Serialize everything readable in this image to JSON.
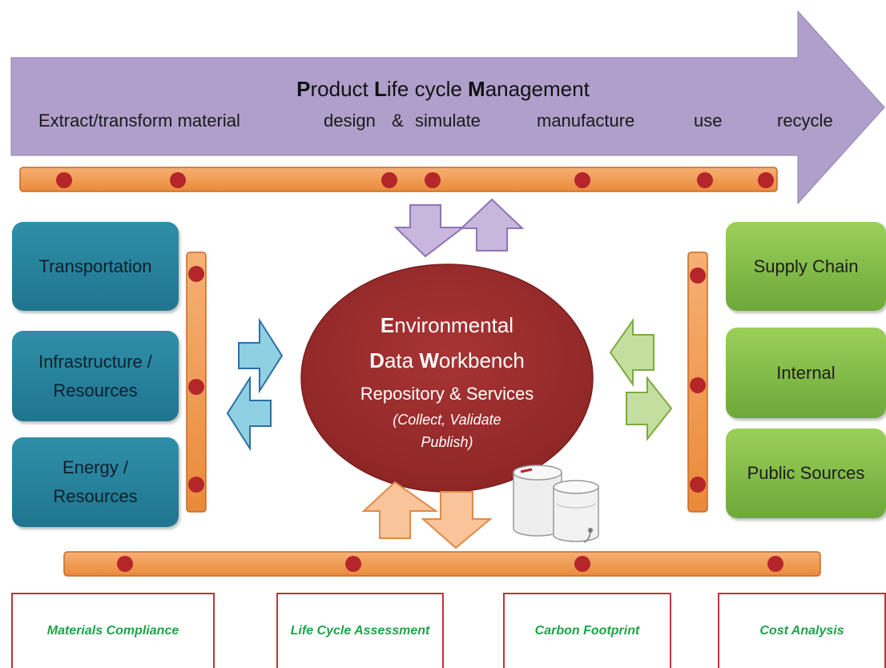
{
  "plm": {
    "title_parts": [
      {
        "text": "P",
        "bold": true
      },
      {
        "text": "roduct ",
        "bold": false
      },
      {
        "text": "L",
        "bold": true
      },
      {
        "text": "ife cycle ",
        "bold": false
      },
      {
        "text": "M",
        "bold": true
      },
      {
        "text": "anagement",
        "bold": false
      }
    ],
    "stages": [
      "Extract/transform material",
      "design",
      "&",
      "simulate",
      "manufacture",
      "use",
      "recycle"
    ]
  },
  "left_sources": [
    "Transportation",
    "Infrastructure /\nResources",
    "Energy /\nResources"
  ],
  "right_sources": [
    "Supply Chain",
    "Internal",
    "Public Sources"
  ],
  "center": {
    "line1_parts": [
      {
        "text": "E",
        "bold": true
      },
      {
        "text": "nvironmental",
        "bold": false
      }
    ],
    "line2_parts": [
      {
        "text": "D",
        "bold": true
      },
      {
        "text": "ata ",
        "bold": false
      },
      {
        "text": "W",
        "bold": true
      },
      {
        "text": "orkbench",
        "bold": false
      }
    ],
    "subtitle": "Repository & Services",
    "note_line1": "(Collect, Validate",
    "note_line2": "Publish)"
  },
  "analyses": [
    "Materials Compliance",
    "Life Cycle Assessment",
    "Carbon Footprint",
    "Cost Analysis"
  ],
  "colors": {
    "plm_arrow": "#b09fcb",
    "bus": "#f39a4d",
    "node": "#b5262b",
    "left_box": "#2583a0",
    "right_box": "#86bf4a",
    "center_ellipse": "#9b2b2b",
    "analysis_border": "#c0343b",
    "analysis_text": "#1ea34a"
  },
  "icons": {
    "database": "database-icon"
  }
}
